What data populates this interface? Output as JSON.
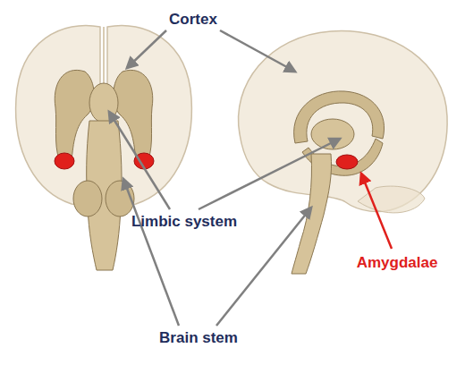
{
  "diagram": {
    "labels": [
      "Cortex",
      "Limbic system",
      "Brain stem",
      "Amygdalae"
    ]
  }
}
